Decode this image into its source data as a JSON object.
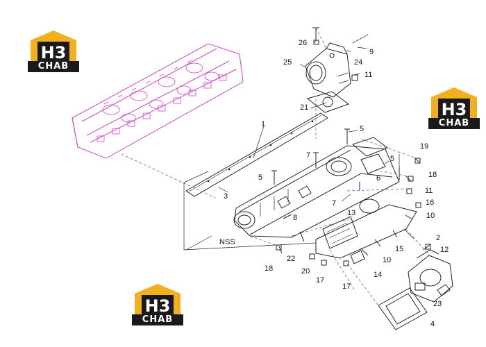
{
  "logo": {
    "mark": "H3",
    "brand": "CHAB"
  },
  "colors": {
    "cylinder_head": "#d43fc9",
    "leader_dashed": "#4b6bd8",
    "ink": "#222222",
    "logo_gold": "#f2b01e",
    "logo_dark": "#1a1a1a"
  },
  "callouts": [
    "1",
    "2",
    "3",
    "4",
    "5",
    "5",
    "5",
    "6",
    "7",
    "7",
    "8",
    "9",
    "10",
    "10",
    "11",
    "11",
    "12",
    "13",
    "14",
    "15",
    "16",
    "17",
    "17",
    "18",
    "18",
    "19",
    "20",
    "21",
    "22",
    "23",
    "24",
    "25",
    "26"
  ],
  "nss_label": "NSS"
}
